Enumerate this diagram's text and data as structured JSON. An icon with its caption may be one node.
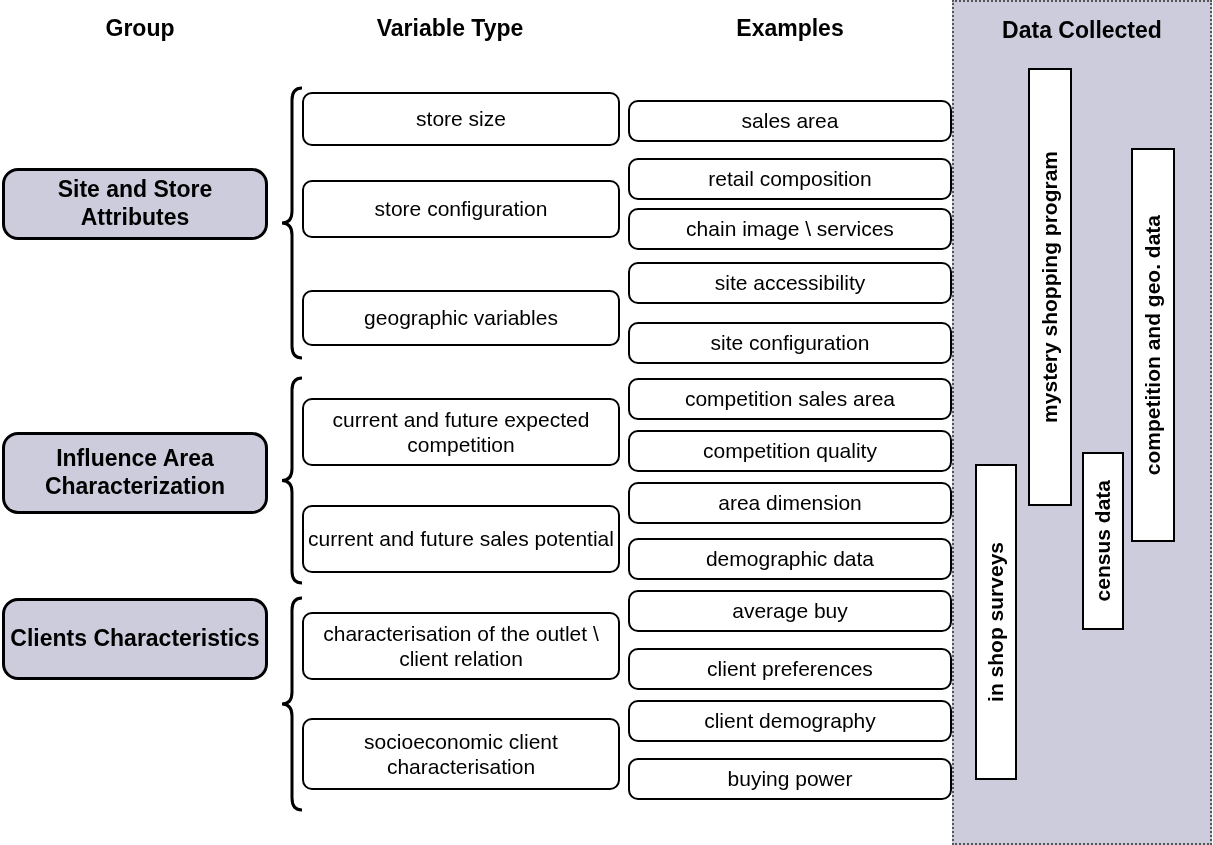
{
  "diagram": {
    "nodes": [
      {
        "text": [
          "Site and Store Attributes"
        ]
      },
      {
        "text": [
          "store size"
        ]
      },
      {
        "text": [
          "sales area"
        ]
      },
      {
        "text": [
          "store configuration"
        ]
      },
      {
        "text": [
          "retail composition"
        ]
      },
      {
        "text": [
          "chain image \\ services"
        ]
      },
      {
        "text": [
          "geographic variables"
        ]
      },
      {
        "text": [
          "site accessibility"
        ]
      },
      {
        "text": [
          "site configuration"
        ]
      },
      {
        "text": [
          "Influence Area Characterization"
        ]
      },
      {
        "text": [
          "current and future expected competition"
        ]
      },
      {
        "text": [
          "competition sales area"
        ]
      },
      {
        "text": [
          "competition quality"
        ]
      },
      {
        "text": [
          "current and future sales potential"
        ]
      },
      {
        "text": [
          "area dimension"
        ]
      },
      {
        "text": [
          "demographic data"
        ]
      },
      {
        "text": [
          "Clients Characteristics"
        ]
      },
      {
        "text": [
          "characterisation of the outlet \\ client relation"
        ]
      },
      {
        "text": [
          "average buy"
        ]
      },
      {
        "text": [
          "client preferences"
        ]
      },
      {
        "text": [
          "socioeconomic client characterisation"
        ]
      },
      {
        "text": [
          "client demography"
        ]
      },
      {
        "text": [
          "buying power"
        ]
      },
      {
        "text": [
          "Data Collected"
        ]
      },
      {
        "text": [
          "mystery shopping program"
        ],
        "in": 23
      },
      {
        "text": [
          "competition and geo. data"
        ],
        "in": 23
      },
      {
        "text": [
          "census data"
        ],
        "in": 23
      },
      {
        "text": [
          "in shop surveys"
        ],
        "in": 23
      }
    ],
    "labels": [
      "Group",
      "Variable Type",
      "Examples"
    ]
  }
}
